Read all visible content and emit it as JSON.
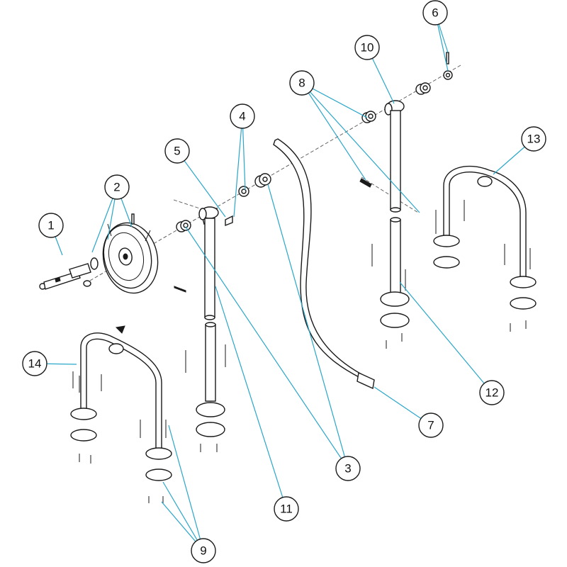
{
  "colors": {
    "leader": "#2aa6c9",
    "line": "#1a1a1a",
    "background": "#ffffff"
  },
  "balloons": [
    {
      "id": "b1",
      "label": "1"
    },
    {
      "id": "b2",
      "label": "2"
    },
    {
      "id": "b3",
      "label": "3"
    },
    {
      "id": "b4",
      "label": "4"
    },
    {
      "id": "b5",
      "label": "5"
    },
    {
      "id": "b6",
      "label": "6"
    },
    {
      "id": "b7",
      "label": "7"
    },
    {
      "id": "b8",
      "label": "8"
    },
    {
      "id": "b9",
      "label": "9"
    },
    {
      "id": "b10",
      "label": "10"
    },
    {
      "id": "b11",
      "label": "11"
    },
    {
      "id": "b12",
      "label": "12"
    },
    {
      "id": "b13",
      "label": "13"
    },
    {
      "id": "b14",
      "label": "14"
    }
  ]
}
